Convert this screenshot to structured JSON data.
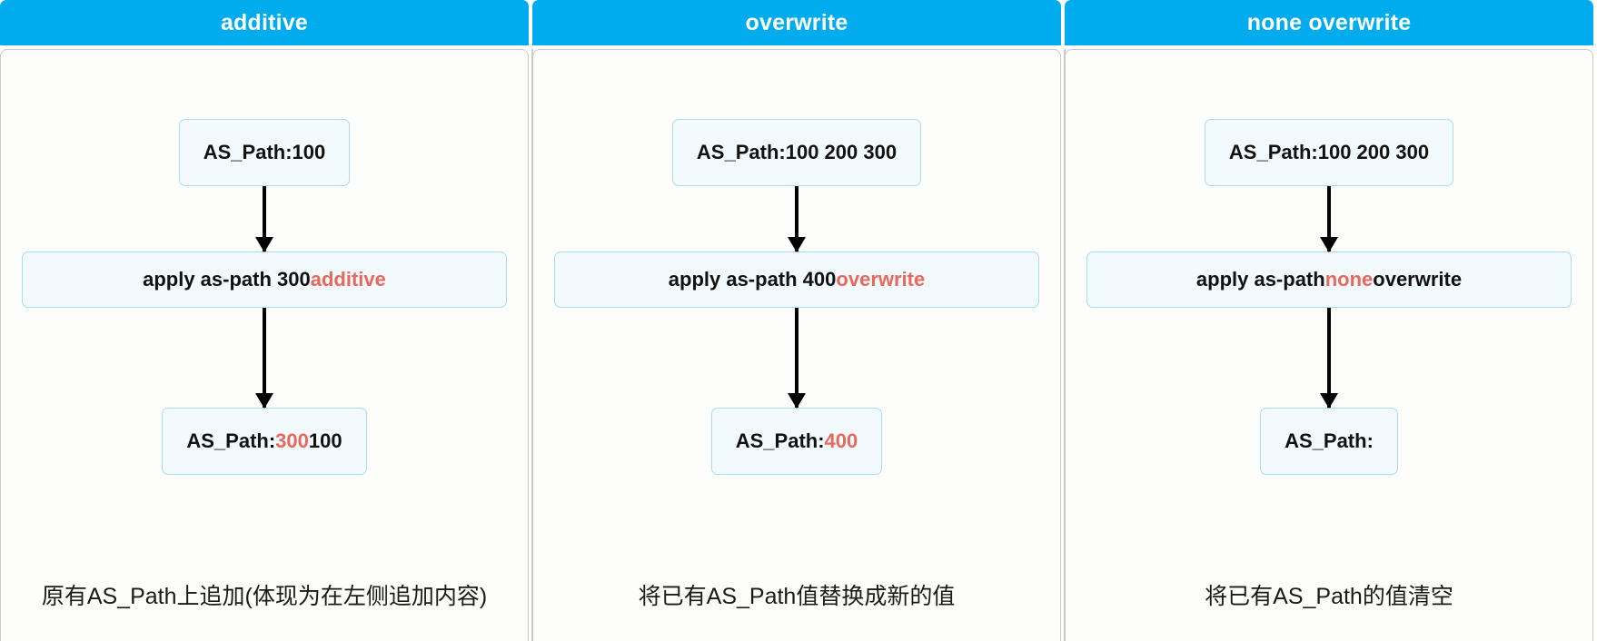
{
  "theme": {
    "header_bg": "#00ACEE",
    "header_text": "#FFFFFF",
    "node_bg": "#F2FAFD",
    "node_border": "#AADCF0",
    "accent": "#E8685D",
    "panel_border": "#C9C9C9",
    "panel_bg": "#FDFDFB",
    "arrow": "#000000"
  },
  "columns": [
    {
      "header": "additive",
      "input": {
        "prefix": "AS_Path:100",
        "accent": "",
        "suffix": ""
      },
      "command": {
        "prefix": "apply as-path 300 ",
        "accent": "additive",
        "suffix": ""
      },
      "output": {
        "prefix": "AS_Path:",
        "accent": "300",
        "suffix": " 100"
      },
      "caption": "原有AS_Path上追加(体现为在左侧追加内容)"
    },
    {
      "header": "overwrite",
      "input": {
        "prefix": "AS_Path:100 200 300",
        "accent": "",
        "suffix": ""
      },
      "command": {
        "prefix": "apply as-path 400 ",
        "accent": "overwrite",
        "suffix": ""
      },
      "output": {
        "prefix": "AS_Path: ",
        "accent": "400",
        "suffix": ""
      },
      "caption": "将已有AS_Path值替换成新的值"
    },
    {
      "header": "none overwrite",
      "input": {
        "prefix": "AS_Path:100 200 300",
        "accent": "",
        "suffix": ""
      },
      "command": {
        "prefix": "apply as-path ",
        "accent": "none",
        "suffix": " overwrite"
      },
      "output": {
        "prefix": "AS_Path:",
        "accent": "",
        "suffix": ""
      },
      "caption": "将已有AS_Path的值清空"
    }
  ]
}
